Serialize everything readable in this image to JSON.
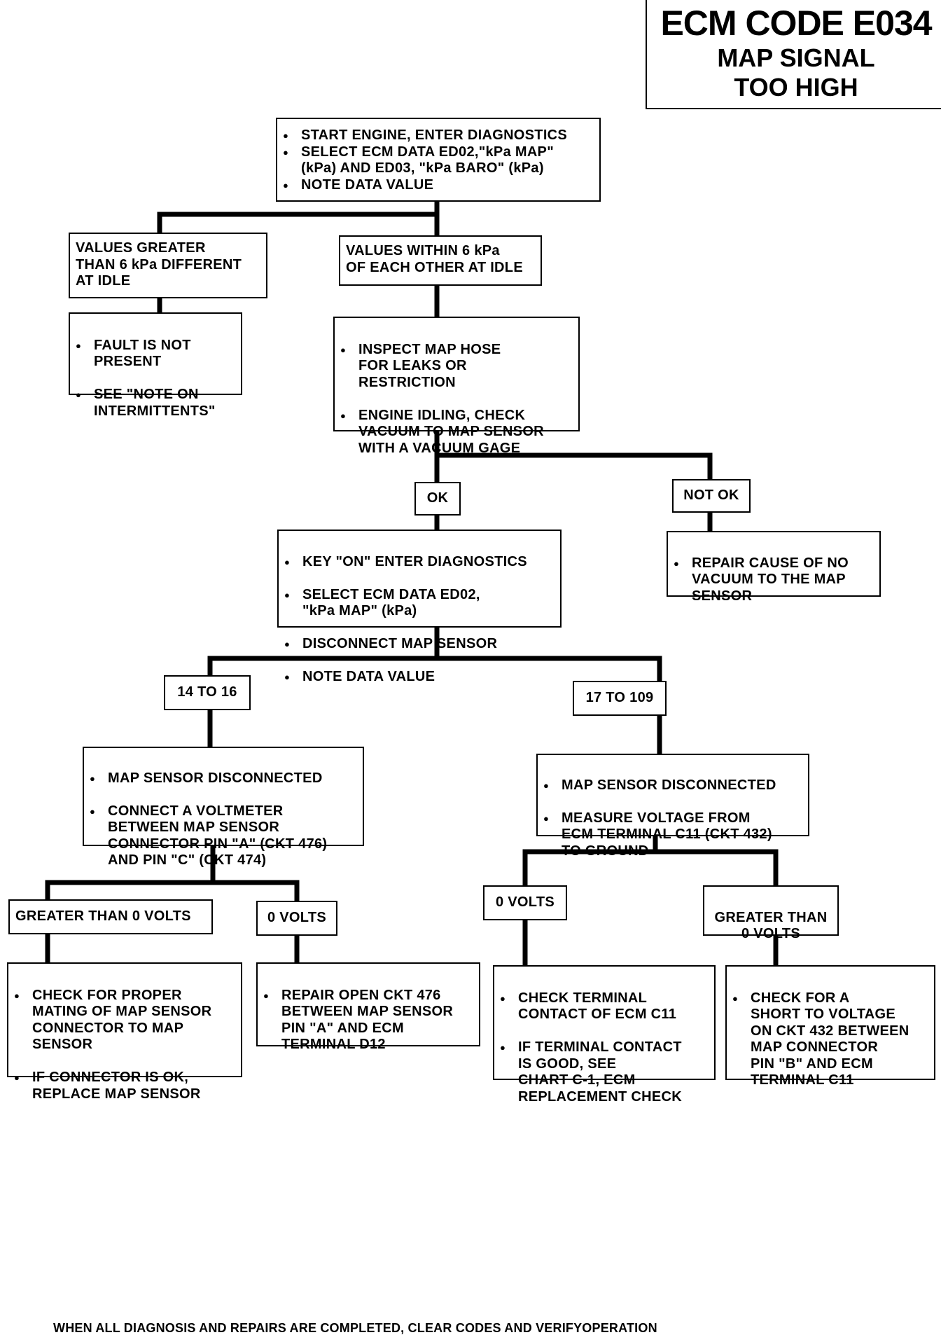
{
  "title": {
    "main": "ECM CODE E034",
    "line2": "MAP SIGNAL",
    "line3": "TOO HIGH"
  },
  "nodes": {
    "start": [
      "START ENGINE, ENTER DIAGNOSTICS",
      "SELECT ECM DATA ED02,\"kPa MAP\"\n(kPa) AND ED03, \"kPa BARO\" (kPa)",
      "NOTE DATA VALUE"
    ],
    "values_greater": "VALUES GREATER\nTHAN 6 kPa DIFFERENT\nAT IDLE",
    "values_within": "VALUES WITHIN 6 kPa\nOF EACH OTHER AT IDLE",
    "fault_not_present": [
      "FAULT IS NOT\nPRESENT",
      "SEE \"NOTE ON\nINTERMITTENTS\""
    ],
    "inspect_map_hose": [
      "INSPECT MAP HOSE\nFOR LEAKS OR\nRESTRICTION",
      "ENGINE IDLING, CHECK\nVACUUM TO MAP SENSOR\nWITH A VACUUM GAGE"
    ],
    "ok": "OK",
    "not_ok": "NOT OK",
    "repair_no_vacuum": [
      "REPAIR CAUSE OF NO\nVACUUM TO THE MAP\nSENSOR"
    ],
    "key_on": [
      "KEY \"ON\" ENTER DIAGNOSTICS",
      "SELECT ECM DATA ED02,\n\"kPa MAP\" (kPa)",
      "DISCONNECT MAP SENSOR",
      "NOTE DATA VALUE"
    ],
    "range_14_16": "14 TO 16",
    "range_17_109": "17 TO 109",
    "voltmeter": [
      "MAP SENSOR DISCONNECTED",
      "CONNECT A VOLTMETER\nBETWEEN MAP SENSOR\nCONNECTOR PIN \"A\" (CKT 476)\nAND  PIN \"C\" (CKT 474)"
    ],
    "measure_voltage": [
      "MAP SENSOR DISCONNECTED",
      "MEASURE VOLTAGE FROM\nECM TERMINAL C11 (CKT 432)\nTO GROUND"
    ],
    "greater_0_left": "GREATER THAN 0 VOLTS",
    "zero_left": "0 VOLTS",
    "zero_right": "0 VOLTS",
    "greater_0_right": "GREATER THAN\n0 VOLTS",
    "check_mating": [
      "CHECK FOR PROPER\nMATING OF MAP SENSOR\nCONNECTOR TO MAP\nSENSOR",
      "IF CONNECTOR IS OK,\nREPLACE MAP SENSOR"
    ],
    "repair_open": [
      "REPAIR OPEN CKT 476\nBETWEEN MAP SENSOR\nPIN \"A\" AND ECM\nTERMINAL D12"
    ],
    "check_terminal": [
      "CHECK TERMINAL\nCONTACT OF ECM C11",
      "IF TERMINAL CONTACT\nIS GOOD,  SEE\n      CHART C-1, ECM\nREPLACEMENT CHECK"
    ],
    "check_short": [
      "CHECK FOR A\nSHORT TO VOLTAGE\nON CKT 432 BETWEEN\nMAP CONNECTOR\nPIN \"B\" AND ECM\nTERMINAL C11"
    ]
  },
  "footer": "WHEN ALL DIAGNOSIS AND REPAIRS ARE COMPLETED, CLEAR CODES AND VERIFYOPERATION"
}
